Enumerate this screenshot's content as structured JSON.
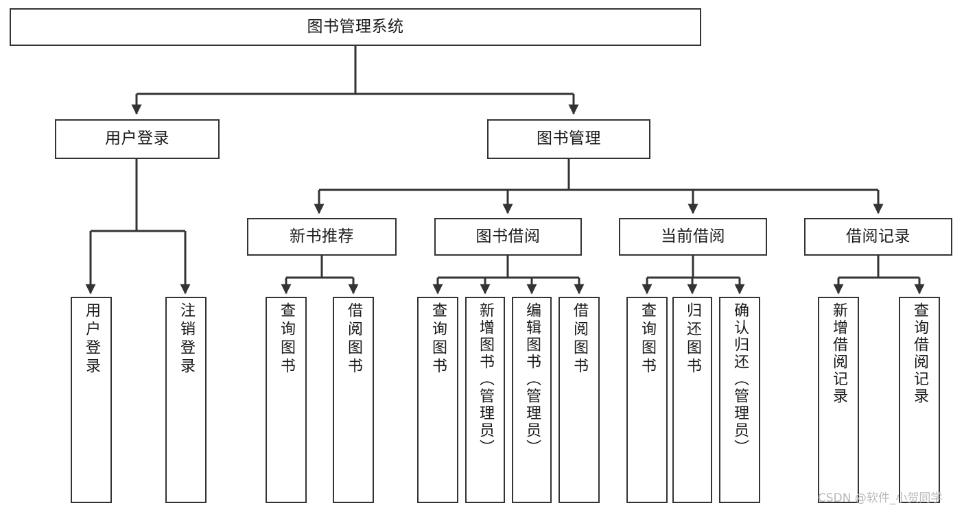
{
  "diagram": {
    "title": "图书管理系统",
    "type": "tree",
    "orientation": "top-down",
    "theme": {
      "background": "#ffffff",
      "box_border": "#333333",
      "box_fill": "#ffffff",
      "edge_color": "#333333",
      "text_color": "#1a1a1a",
      "watermark_color": "#b9b9b9"
    },
    "root": {
      "id": "root",
      "label": "图书管理系统"
    },
    "level2": [
      {
        "id": "user-login",
        "label": "用户登录"
      },
      {
        "id": "book-manage",
        "label": "图书管理"
      }
    ],
    "level3": [
      {
        "id": "new-book-recommend",
        "label": "新书推荐",
        "parent": "book-manage"
      },
      {
        "id": "book-borrow",
        "label": "图书借阅",
        "parent": "book-manage"
      },
      {
        "id": "current-borrow",
        "label": "当前借阅",
        "parent": "book-manage"
      },
      {
        "id": "borrow-record",
        "label": "借阅记录",
        "parent": "book-manage"
      }
    ],
    "leaves": [
      {
        "id": "leaf-user-login",
        "label": "用户登录",
        "parent": "user-login"
      },
      {
        "id": "leaf-logout",
        "label": "注销登录",
        "parent": "user-login"
      },
      {
        "id": "leaf-query-book-1",
        "label": "查询图书",
        "parent": "new-book-recommend"
      },
      {
        "id": "leaf-borrow-book-1",
        "label": "借阅图书",
        "parent": "new-book-recommend"
      },
      {
        "id": "leaf-query-book-2",
        "label": "查询图书",
        "parent": "book-borrow"
      },
      {
        "id": "leaf-add-book",
        "label": "新增图书（管理员）",
        "parent": "book-borrow"
      },
      {
        "id": "leaf-edit-book",
        "label": "编辑图书（管理员）",
        "parent": "book-borrow"
      },
      {
        "id": "leaf-borrow-book-2",
        "label": "借阅图书",
        "parent": "book-borrow"
      },
      {
        "id": "leaf-query-book-3",
        "label": "查询图书",
        "parent": "current-borrow"
      },
      {
        "id": "leaf-return-book",
        "label": "归还图书",
        "parent": "current-borrow"
      },
      {
        "id": "leaf-confirm-return",
        "label": "确认归还（管理员）",
        "parent": "current-borrow"
      },
      {
        "id": "leaf-add-record",
        "label": "新增借阅记录",
        "parent": "borrow-record"
      },
      {
        "id": "leaf-query-record",
        "label": "查询借阅记录",
        "parent": "borrow-record"
      }
    ],
    "watermark": "CSDN @软件_小贺同学"
  }
}
